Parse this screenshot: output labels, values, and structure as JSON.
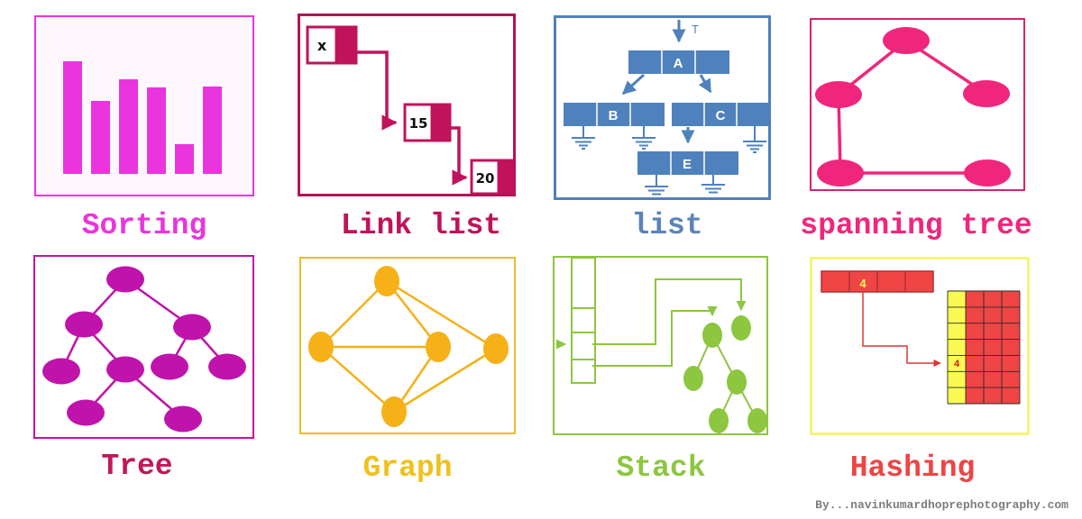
{
  "title": "Data structure types collage",
  "colors": {
    "magenta": "#ea35df",
    "crimson": "#c0135b",
    "blue": "#4f81bd",
    "pink": "#f0267c",
    "purple": "#c013ab",
    "orange": "#f5b117",
    "orange-border": "#e9bd29",
    "green": "#8dc63f",
    "red": "#f04545",
    "red-border": "#b03030",
    "hash-yellow": "#fafa52",
    "panel-yellow": "#f5f57a",
    "label-red": "#ef4444",
    "label-crimson": "#c2185b",
    "watermark-gray": "#7d7d7d"
  },
  "panels": [
    {
      "label": "Sorting",
      "bars": [
        125,
        81,
        105,
        96,
        33,
        97
      ]
    },
    {
      "label": "Link list",
      "nodes": [
        "x",
        "15",
        "20"
      ]
    },
    {
      "label": "list",
      "nodes": [
        "A",
        "B",
        "C",
        "E"
      ],
      "pointer": "T"
    },
    {
      "label": "spanning tree"
    },
    {
      "label": "Tree"
    },
    {
      "label": "Graph"
    },
    {
      "label": "Stack"
    },
    {
      "label": "Hashing",
      "key": "4",
      "bucket": "4"
    }
  ],
  "footer": {
    "credit": "By...navinkumardhoprephotography.com"
  }
}
